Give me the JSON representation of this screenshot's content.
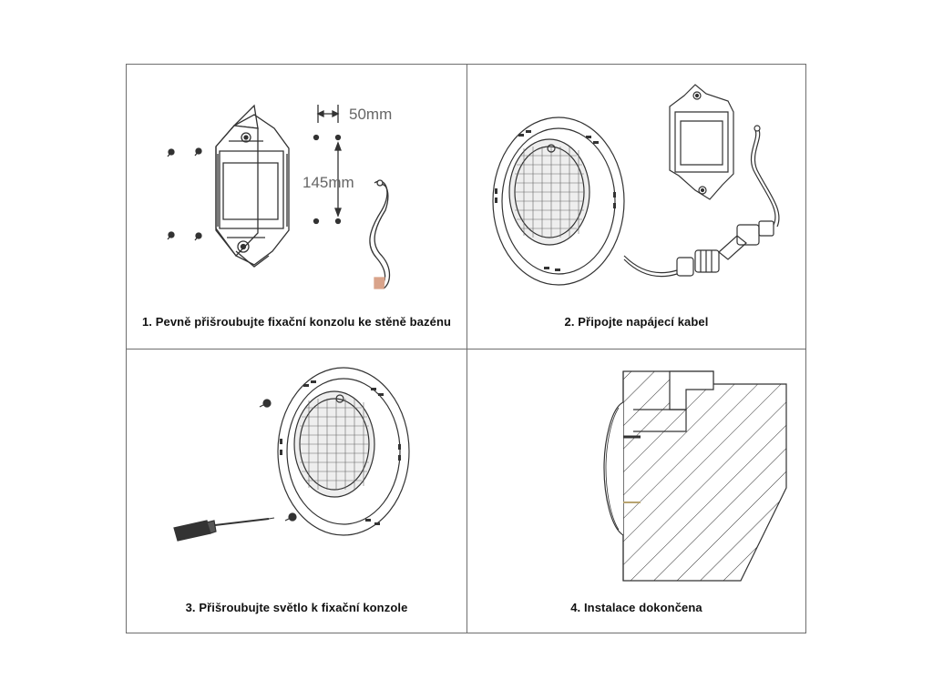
{
  "steps": [
    {
      "number": 1,
      "caption": "1. Pevně přišroubujte fixační konzolu ke stěně bazénu",
      "dimensions": {
        "horizontal": "50mm",
        "vertical": "145mm"
      }
    },
    {
      "number": 2,
      "caption": "2. Připojte napájecí kabel"
    },
    {
      "number": 3,
      "caption": "3. Přišroubujte světlo k fixační konzole"
    },
    {
      "number": 4,
      "caption": "4. Instalace dokončena"
    }
  ],
  "colors": {
    "line": "#333333",
    "border": "#6e6e6e",
    "cable_tip": "#d9a38a"
  }
}
